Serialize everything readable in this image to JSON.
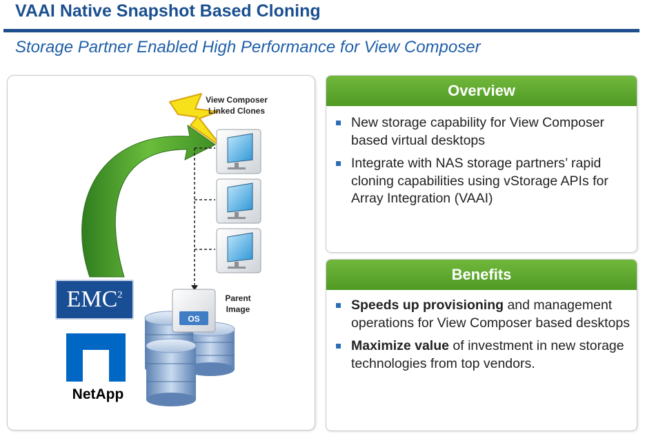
{
  "header": {
    "title": "VAAI Native Snapshot Based Cloning",
    "subtitle": "Storage Partner Enabled High Performance for View Composer"
  },
  "diagram": {
    "linked_clones_label": "View Composer Linked Clones",
    "parent_image_label": "Parent Image",
    "os_label": "OS",
    "emc_logo": "EMC",
    "emc_superscript": "2",
    "netapp_logo": "NetApp",
    "colors": {
      "arrow_green": "#4e9a2a",
      "lightning_yellow": "#f7e11a",
      "disk_blue": "#6f95c2",
      "emc_blue": "#1a4e94",
      "netapp_blue": "#0067c5"
    }
  },
  "overview": {
    "heading": "Overview",
    "items": [
      {
        "text": "New storage capability for View Composer based virtual desktops"
      },
      {
        "text": "Integrate with NAS storage partners’ rapid cloning capabilities using vStorage APIs for Array Integration (VAAI)"
      }
    ]
  },
  "benefits": {
    "heading": "Benefits",
    "items": [
      {
        "bold": "Speeds up provisioning",
        "text": " and management operations for View Composer based desktops"
      },
      {
        "bold": "Maximize value",
        "text": " of investment in new storage technologies from top vendors."
      }
    ]
  },
  "colors": {
    "title_blue": "#1a4f8f",
    "header_green": "#5da82e",
    "bullet_blue": "#2a6db5"
  }
}
